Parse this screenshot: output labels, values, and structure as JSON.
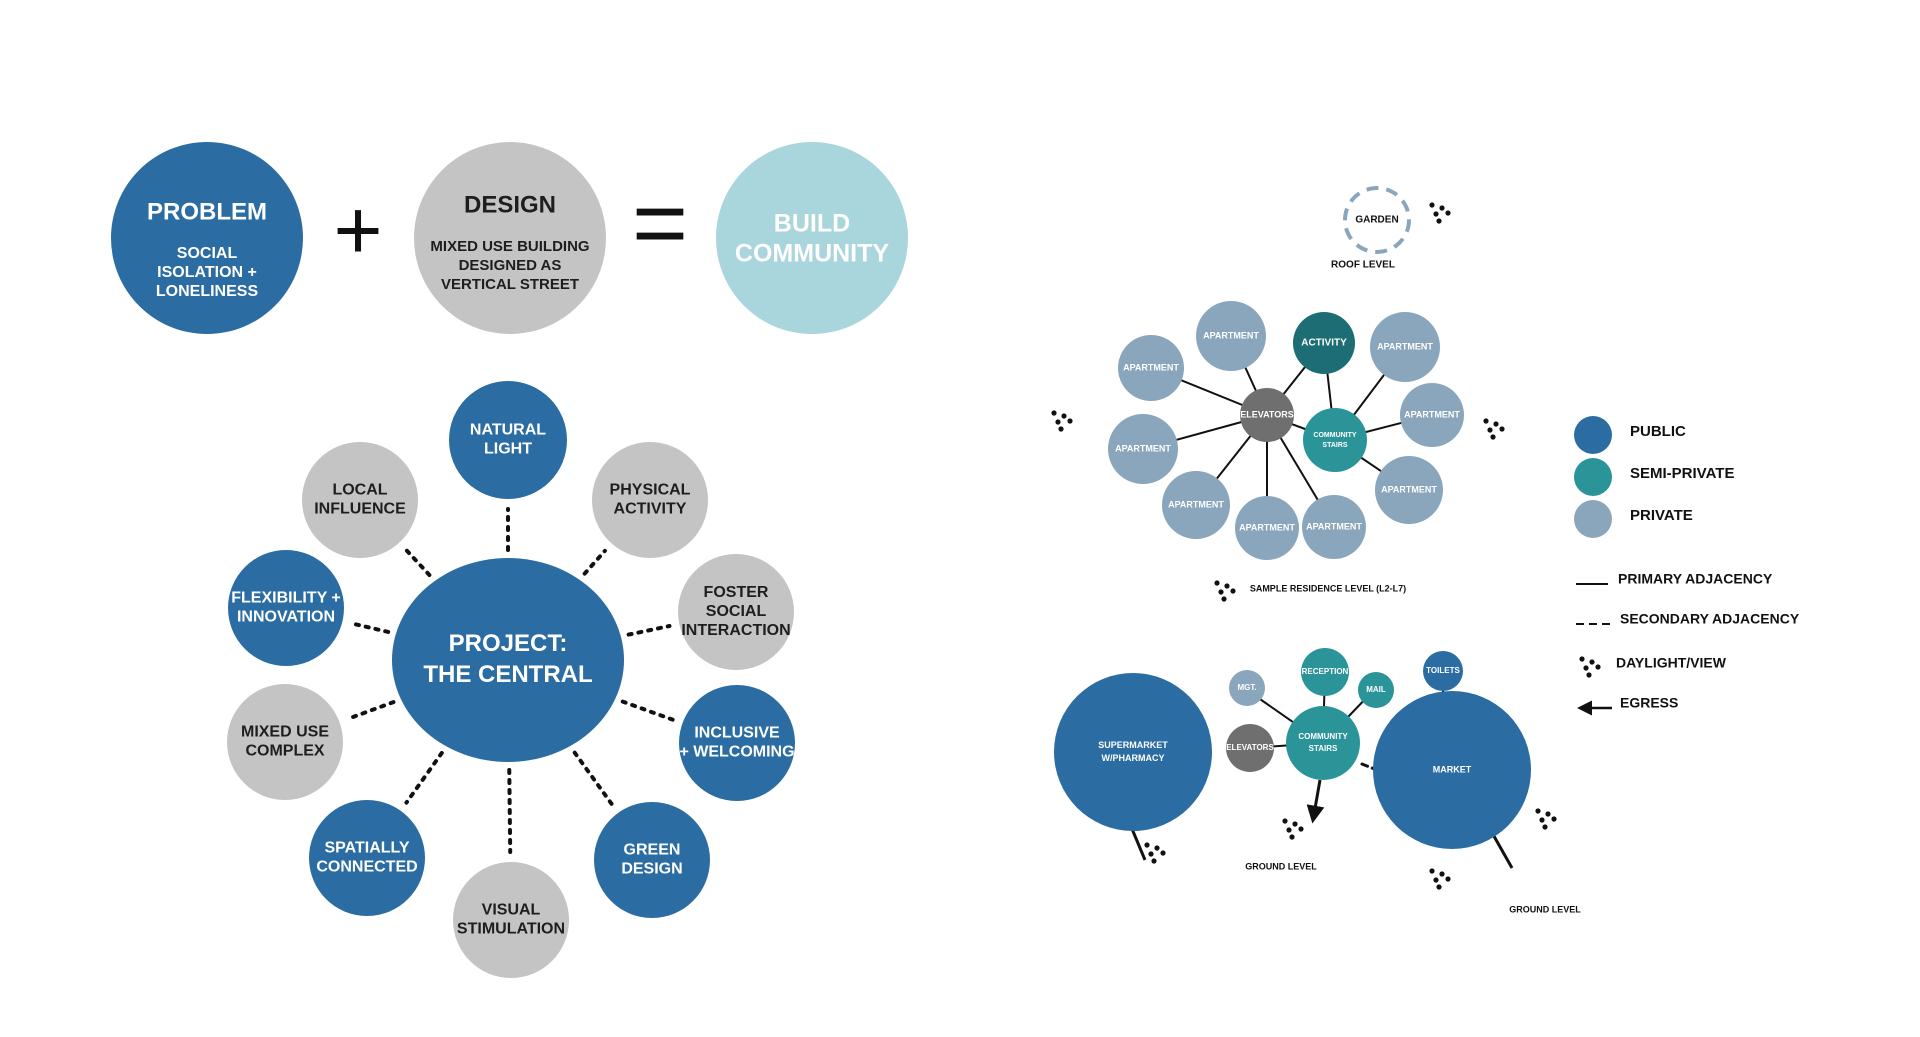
{
  "colors": {
    "blue": "#2b6ca3",
    "gray": "#c4c4c4",
    "light_blue": "#a9d5dc",
    "teal": "#2a9499",
    "dark_teal": "#1d6e74",
    "pale_blue": "#8aa6bc",
    "dark_gray": "#6f6f6f",
    "line": "#111111"
  },
  "equation": {
    "problem": {
      "title": "PROBLEM",
      "lines": [
        "SOCIAL",
        "ISOLATION +",
        "LONELINESS"
      ]
    },
    "plus": "+",
    "design": {
      "title": "DESIGN",
      "lines": [
        "MIXED USE BUILDING",
        "DESIGNED AS",
        "VERTICAL STREET"
      ]
    },
    "equals": "=",
    "result": {
      "lines": [
        "BUILD",
        "COMMUNITY"
      ]
    }
  },
  "bubble": {
    "center": [
      "PROJECT:",
      "THE CENTRAL"
    ],
    "nodes": [
      {
        "id": "natural-light",
        "lines": [
          "NATURAL",
          "LIGHT"
        ],
        "kind": "blue"
      },
      {
        "id": "physical-activity",
        "lines": [
          "PHYSICAL",
          "ACTIVITY"
        ],
        "kind": "gray"
      },
      {
        "id": "foster-social-interaction",
        "lines": [
          "FOSTER",
          "SOCIAL",
          "INTERACTION"
        ],
        "kind": "gray"
      },
      {
        "id": "inclusive-welcoming",
        "lines": [
          "INCLUSIVE",
          "+ WELCOMING"
        ],
        "kind": "blue"
      },
      {
        "id": "green-design",
        "lines": [
          "GREEN",
          "DESIGN"
        ],
        "kind": "blue"
      },
      {
        "id": "visual-stimulation",
        "lines": [
          "VISUAL",
          "STIMULATION"
        ],
        "kind": "gray"
      },
      {
        "id": "spatially-connected",
        "lines": [
          "SPATIALLY",
          "CONNECTED"
        ],
        "kind": "blue"
      },
      {
        "id": "mixed-use-complex",
        "lines": [
          "MIXED USE",
          "COMPLEX"
        ],
        "kind": "gray"
      },
      {
        "id": "flexibility-innovation",
        "lines": [
          "FLEXIBILITY +",
          "INNOVATION"
        ],
        "kind": "blue"
      },
      {
        "id": "local-influence",
        "lines": [
          "LOCAL",
          "INFLUENCE"
        ],
        "kind": "gray"
      }
    ]
  },
  "roof": {
    "garden": "GARDEN",
    "caption": "ROOF LEVEL"
  },
  "residence": {
    "caption": "SAMPLE RESIDENCE LEVEL (L2-L7)",
    "elevators": "ELEVATORS",
    "stairs": [
      "COMMUNITY",
      "STAIRS"
    ],
    "activity": "ACTIVITY",
    "apartment": "APARTMENT"
  },
  "ground": {
    "caption_left": "GROUND LEVEL",
    "caption_right": "GROUND LEVEL",
    "supermarket": [
      "SUPERMARKET",
      "W/PHARMACY"
    ],
    "elevators": "ELEVATORS",
    "stairs": [
      "COMMUNITY",
      "STAIRS"
    ],
    "mgt": "MGT.",
    "reception": "RECEPTION",
    "mail": "MAIL",
    "market": "MARKET",
    "toilets": "TOILETS"
  },
  "legend": {
    "public": "PUBLIC",
    "semi_private": "SEMI-PRIVATE",
    "private": "PRIVATE",
    "primary": "PRIMARY ADJACENCY",
    "secondary": "SECONDARY ADJACENCY",
    "daylight": "DAYLIGHT/VIEW",
    "egress": "EGRESS"
  }
}
